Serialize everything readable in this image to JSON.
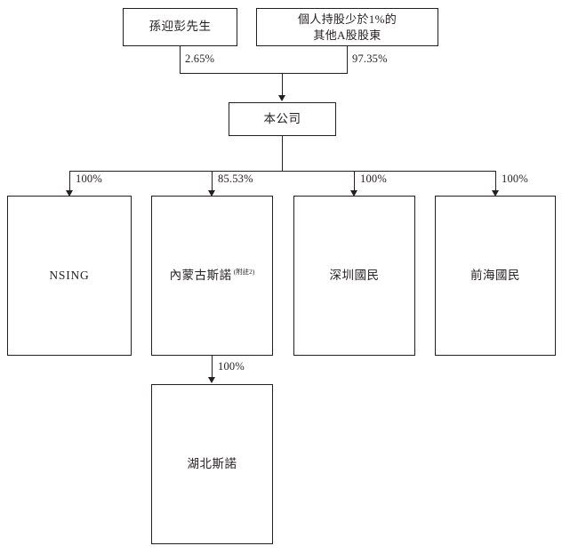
{
  "diagram": {
    "type": "organization-ownership-chart",
    "nodes": {
      "shareholder_individual": {
        "label": "孫迎彭先生"
      },
      "shareholder_others_line1": {
        "label": "個人持股少於1%的"
      },
      "shareholder_others_line2": {
        "label": "其他A股股東"
      },
      "company": {
        "label": "本公司"
      },
      "sub_nsing": {
        "label": "NSING"
      },
      "sub_neimenggu": {
        "label": "內蒙古斯諾",
        "note": "(附註2)"
      },
      "sub_shenzhen": {
        "label": "深圳國民"
      },
      "sub_qianhai": {
        "label": "前海國民"
      },
      "sub_hubei": {
        "label": "湖北斯諾"
      }
    },
    "edges": {
      "individual_to_company": {
        "percent": "2.65%"
      },
      "others_to_company": {
        "percent": "97.35%"
      },
      "company_to_nsing": {
        "percent": "100%"
      },
      "company_to_neimenggu": {
        "percent": "85.53%"
      },
      "company_to_shenzhen": {
        "percent": "100%"
      },
      "company_to_qianhai": {
        "percent": "100%"
      },
      "neimenggu_to_hubei": {
        "percent": "100%"
      }
    },
    "colors": {
      "line": "#231f20",
      "text": "#231f20",
      "background": "#ffffff"
    }
  }
}
